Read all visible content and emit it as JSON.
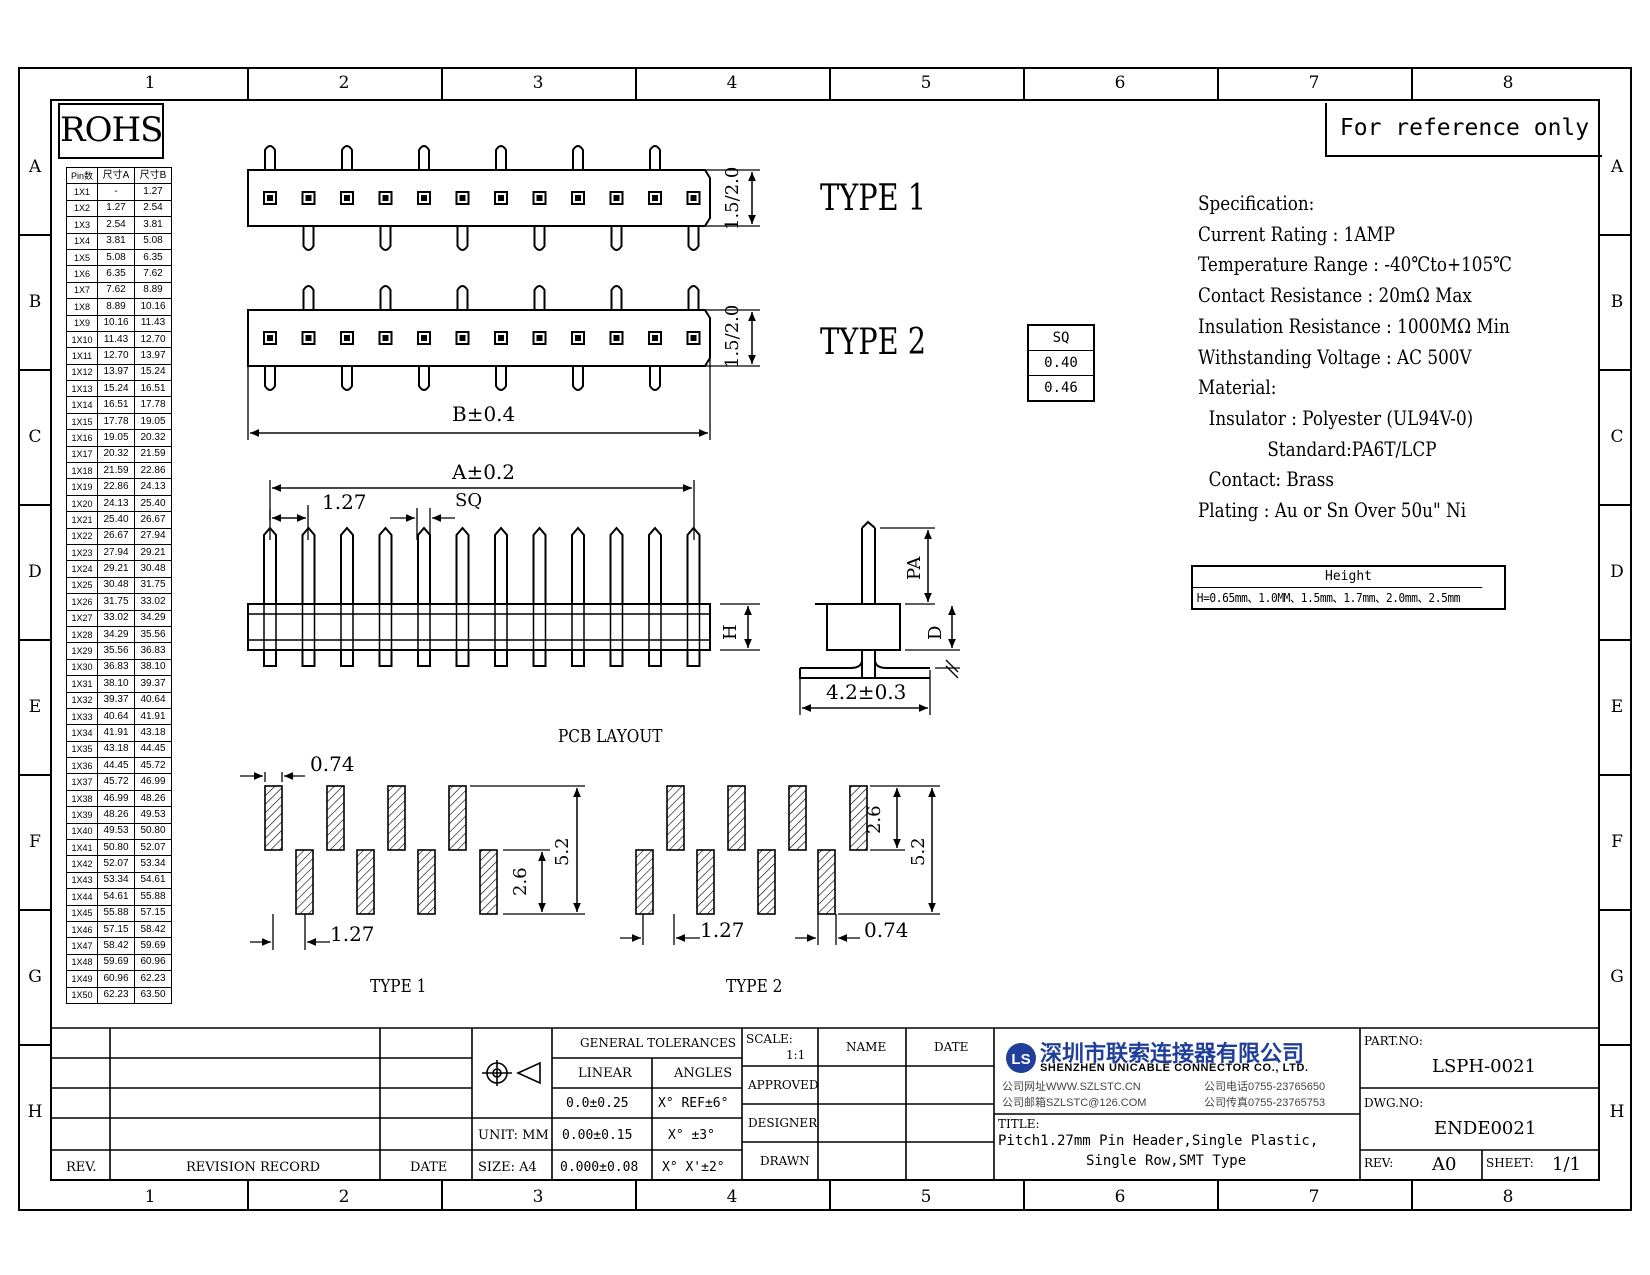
{
  "frame": {
    "columns": [
      "1",
      "2",
      "3",
      "4",
      "5",
      "6",
      "7",
      "8"
    ],
    "rows": [
      "A",
      "B",
      "C",
      "D",
      "E",
      "F",
      "G",
      "H"
    ]
  },
  "rohs_label": "ROHS",
  "reference_note": "For reference only",
  "pin_table": {
    "headers": [
      "Pin数",
      "尺寸A",
      "尺寸B"
    ],
    "rows": [
      [
        "1X1",
        "-",
        "1.27"
      ],
      [
        "1X2",
        "1.27",
        "2.54"
      ],
      [
        "1X3",
        "2.54",
        "3.81"
      ],
      [
        "1X4",
        "3.81",
        "5.08"
      ],
      [
        "1X5",
        "5.08",
        "6.35"
      ],
      [
        "1X6",
        "6.35",
        "7.62"
      ],
      [
        "1X7",
        "7.62",
        "8.89"
      ],
      [
        "1X8",
        "8.89",
        "10.16"
      ],
      [
        "1X9",
        "10.16",
        "11.43"
      ],
      [
        "1X10",
        "11.43",
        "12.70"
      ],
      [
        "1X11",
        "12.70",
        "13.97"
      ],
      [
        "1X12",
        "13.97",
        "15.24"
      ],
      [
        "1X13",
        "15.24",
        "16.51"
      ],
      [
        "1X14",
        "16.51",
        "17.78"
      ],
      [
        "1X15",
        "17.78",
        "19.05"
      ],
      [
        "1X16",
        "19.05",
        "20.32"
      ],
      [
        "1X17",
        "20.32",
        "21.59"
      ],
      [
        "1X18",
        "21.59",
        "22.86"
      ],
      [
        "1X19",
        "22.86",
        "24.13"
      ],
      [
        "1X20",
        "24.13",
        "25.40"
      ],
      [
        "1X21",
        "25.40",
        "26.67"
      ],
      [
        "1X22",
        "26.67",
        "27.94"
      ],
      [
        "1X23",
        "27.94",
        "29.21"
      ],
      [
        "1X24",
        "29.21",
        "30.48"
      ],
      [
        "1X25",
        "30.48",
        "31.75"
      ],
      [
        "1X26",
        "31.75",
        "33.02"
      ],
      [
        "1X27",
        "33.02",
        "34.29"
      ],
      [
        "1X28",
        "34.29",
        "35.56"
      ],
      [
        "1X29",
        "35.56",
        "36.83"
      ],
      [
        "1X30",
        "36.83",
        "38.10"
      ],
      [
        "1X31",
        "38.10",
        "39.37"
      ],
      [
        "1X32",
        "39.37",
        "40.64"
      ],
      [
        "1X33",
        "40.64",
        "41.91"
      ],
      [
        "1X34",
        "41.91",
        "43.18"
      ],
      [
        "1X35",
        "43.18",
        "44.45"
      ],
      [
        "1X36",
        "44.45",
        "45.72"
      ],
      [
        "1X37",
        "45.72",
        "46.99"
      ],
      [
        "1X38",
        "46.99",
        "48.26"
      ],
      [
        "1X39",
        "48.26",
        "49.53"
      ],
      [
        "1X40",
        "49.53",
        "50.80"
      ],
      [
        "1X41",
        "50.80",
        "52.07"
      ],
      [
        "1X42",
        "52.07",
        "53.34"
      ],
      [
        "1X43",
        "53.34",
        "54.61"
      ],
      [
        "1X44",
        "54.61",
        "55.88"
      ],
      [
        "1X45",
        "55.88",
        "57.15"
      ],
      [
        "1X46",
        "57.15",
        "58.42"
      ],
      [
        "1X47",
        "58.42",
        "59.69"
      ],
      [
        "1X48",
        "59.69",
        "60.96"
      ],
      [
        "1X49",
        "60.96",
        "62.23"
      ],
      [
        "1X50",
        "62.23",
        "63.50"
      ]
    ]
  },
  "drawing": {
    "type1_label": "TYPE 1",
    "type2_label": "TYPE 2",
    "height_dim": "1.5/2.0",
    "dim_b": "B±0.4",
    "dim_a": "A±0.2",
    "pitch": "1.27",
    "sq": "SQ",
    "h": "H",
    "pa": "PA",
    "d": "D",
    "side_width": "4.2±0.3",
    "pcb_layout": "PCB LAYOUT",
    "pad_width": "0.74",
    "pad_len": "2.6",
    "pad_total": "5.2",
    "layout_type1": "TYPE 1",
    "layout_type2": "TYPE 2"
  },
  "sq_table": {
    "header": "SQ",
    "values": [
      "0.40",
      "0.46"
    ]
  },
  "spec_lines": [
    "Specification:",
    "Current Rating : 1AMP",
    "Temperature Range : -40℃to+105℃",
    "Contact Resistance : 20mΩ Max",
    "Insulation Resistance : 1000MΩ Min",
    "Withstanding Voltage : AC 500V",
    "Material:",
    "  Insulator : Polyester (UL94V-0)",
    "             Standard:PA6T/LCP",
    "  Contact: Brass",
    "Plating : Au or Sn Over 50u\" Ni"
  ],
  "height_table": {
    "header": "Height",
    "value": "H=0.65mm、1.0MM、1.5mm、1.7mm、2.0mm、2.5mm"
  },
  "title_block": {
    "rev": "REV.",
    "revision_record": "REVISION RECORD",
    "date": "DATE",
    "general_tolerances": "GENERAL TOLERANCES",
    "linear": "LINEAR",
    "angles": "ANGLES",
    "lin1": "0.0±0.25",
    "lin2": "0.00±0.15",
    "lin3": "0.000±0.08",
    "ang1": "X° REF±6°",
    "ang2": "X° ±3°",
    "ang3": "X° X'±2°",
    "unit": "UNIT: MM",
    "size": "SIZE: A4",
    "scale_label": "SCALE:",
    "scale_value": "1:1",
    "name": "NAME",
    "date2": "DATE",
    "approved": "APPROVED",
    "designer": "DESIGNER",
    "drawn": "DRAWN",
    "company_cn": "深圳市联索连接器有限公司",
    "company_en": "SHENZHEN UNICABLE CONNECTOR CO., LTD.",
    "website": "公司网址WWW.SZLSTC.CN",
    "email": "公司邮箱SZLSTC@126.COM",
    "phone": "公司电话0755-23765650",
    "fax": "公司传真0755-23765753",
    "title_label": "TITLE:",
    "title_line1": "Pitch1.27mm Pin Header,Single Plastic,",
    "title_line2": "Single Row,SMT Type",
    "part_no_label": "PART.NO:",
    "part_no": "LSPH-0021",
    "dwg_no_label": "DWG.NO:",
    "dwg_no": "ENDE0021",
    "rev_label": "REV:",
    "rev_value": "A0",
    "sheet_label": "SHEET:",
    "sheet_value": "1/1",
    "logo_letters": "LS"
  }
}
